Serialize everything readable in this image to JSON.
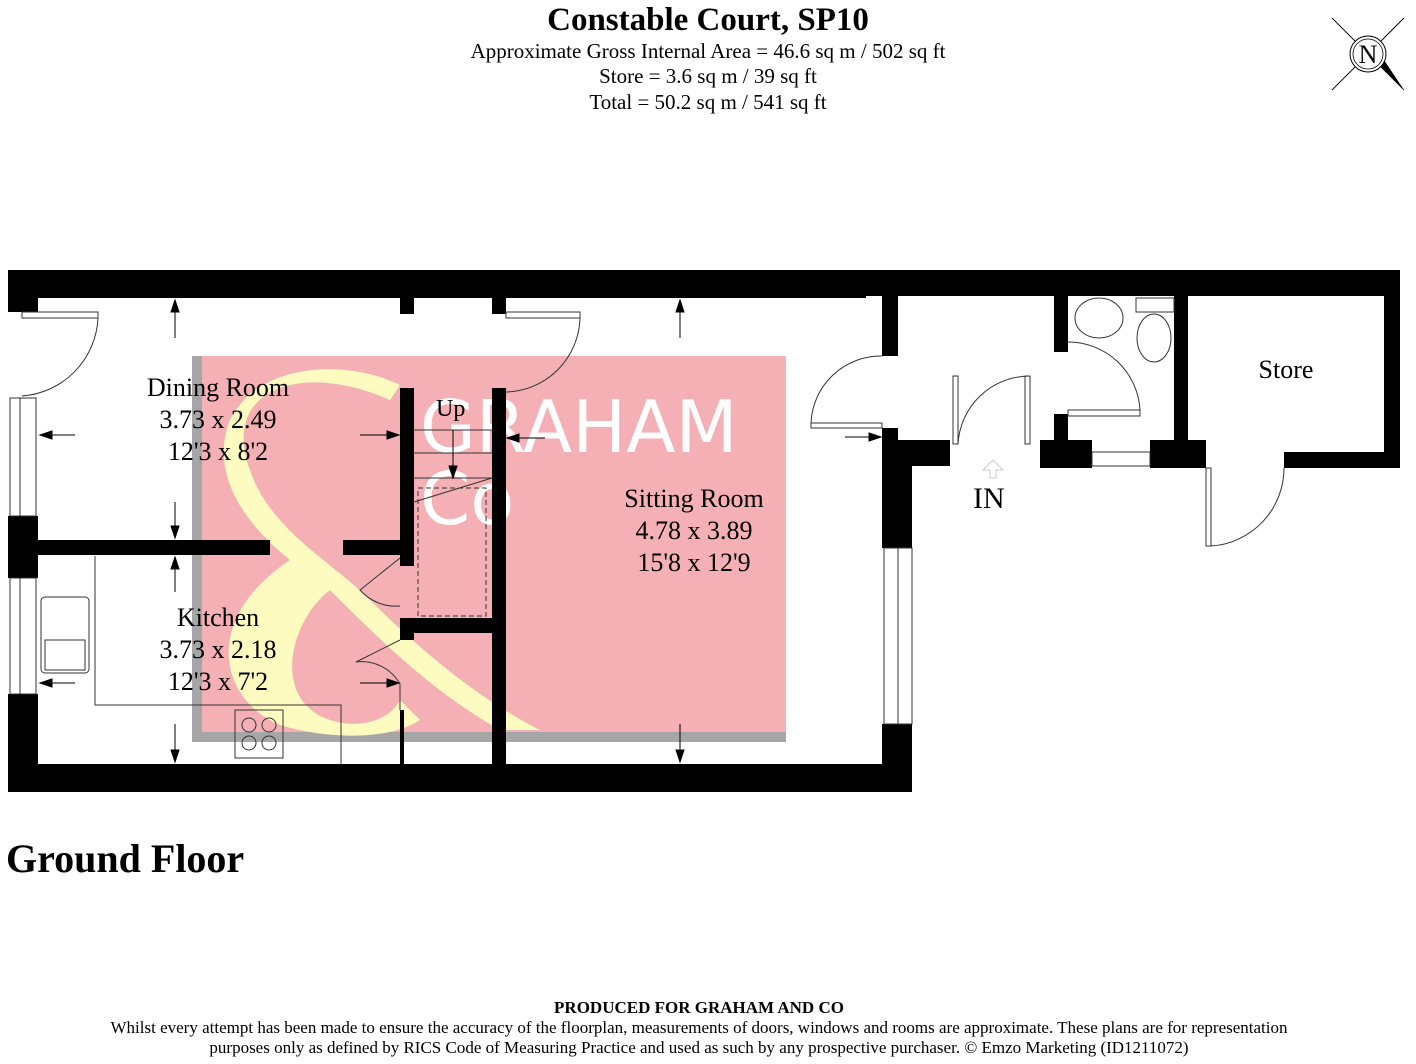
{
  "header": {
    "title": "Constable Court, SP10",
    "gross_area": "Approximate Gross Internal Area = 46.6 sq m / 502 sq ft",
    "store_area": "Store = 3.6 sq m / 39 sq ft",
    "total_area": "Total = 50.2 sq m / 541 sq ft"
  },
  "compass": {
    "label": "N",
    "icon": "north-compass-icon"
  },
  "watermark": {
    "line1": "GRAHAM",
    "line2": "Co",
    "symbol": "&",
    "bg_color": "#f4b0b4",
    "symbol_color": "#fdfbc0",
    "shadow_color": "#a6a6a6"
  },
  "rooms": [
    {
      "name": "Dining Room",
      "metric": "3.73 x 2.49",
      "imperial": "12'3 x 8'2"
    },
    {
      "name": "Kitchen",
      "metric": "3.73 x 2.18",
      "imperial": "12'3 x 7'2"
    },
    {
      "name": "Sitting Room",
      "metric": "4.78 x 3.89",
      "imperial": "15'8 x 12'9"
    },
    {
      "name": "Store"
    }
  ],
  "labels": {
    "stairs": "Up",
    "entrance": "IN"
  },
  "floor": {
    "name": "Ground Floor"
  },
  "footer": {
    "produced": "PRODUCED FOR GRAHAM AND CO",
    "disclaimer1": "Whilst every attempt has been made to ensure the accuracy of the floorplan, measurements of doors, windows and rooms are approximate. These plans are for representation",
    "disclaimer2": "purposes only as defined by RICS Code of Measuring Practice and used as such by any prospective purchaser. © Emzo Marketing (ID1211072)"
  },
  "colors": {
    "wall": "#000000",
    "line": "#333333"
  }
}
